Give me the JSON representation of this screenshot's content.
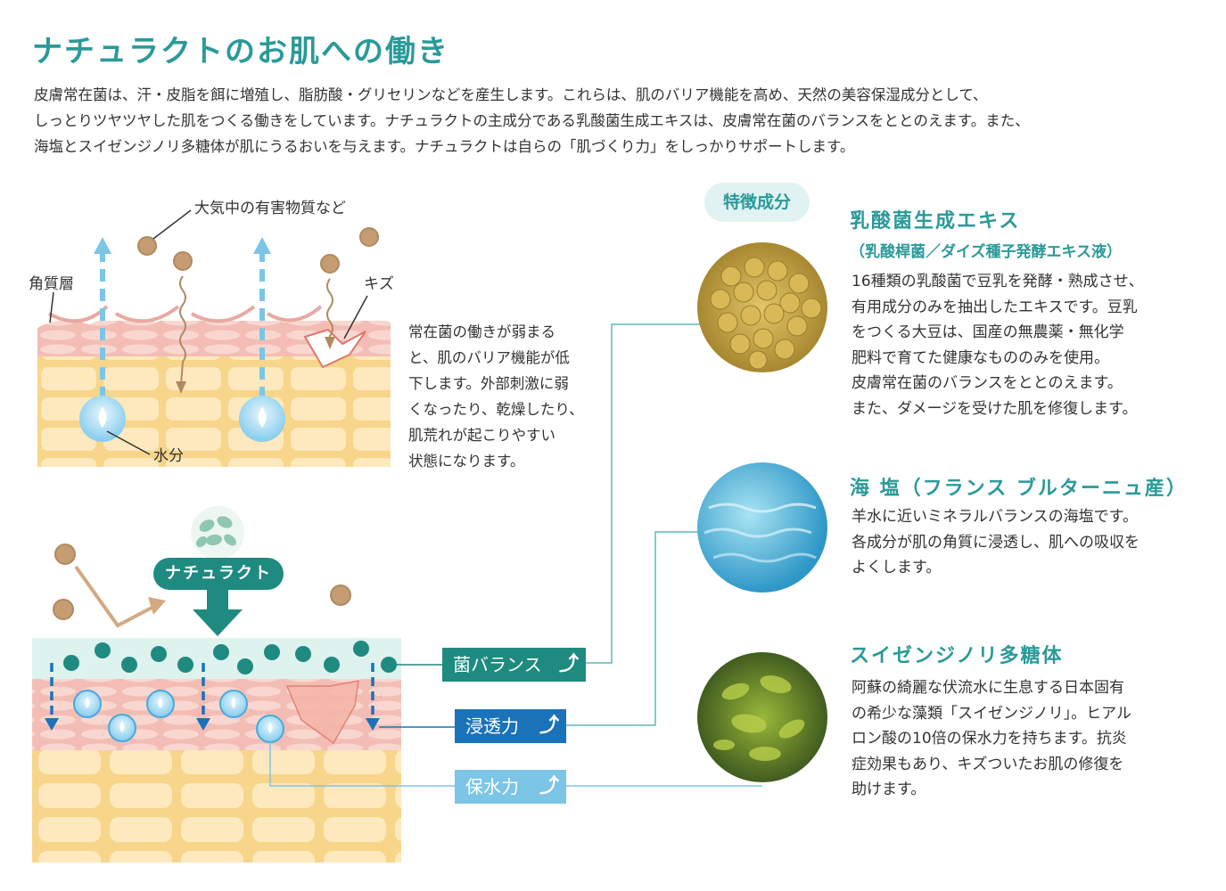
{
  "title": "ナチュラクトのお肌への働き",
  "intro": [
    "皮膚常在菌は、汗・皮脂を餌に増殖し、脂肪酸・グリセリンなどを産生します。これらは、肌のバリア機能を高め、天然の美容保湿成分として、",
    "しっとりツヤツヤした肌をつくる働きをしています。ナチュラクトの主成分である乳酸菌生成エキスは、皮膚常在菌のバランスをととのえます。また、",
    "海塩とスイゼンジノリ多糖体が肌にうるおいを与えます。ナチュラクトは自らの「肌づくり力」をしっかりサポートします。"
  ],
  "diagram_top": {
    "harmful_label": "大気中の有害物質など",
    "stratum_label": "角質層",
    "wound_label": "キズ",
    "water_label": "水分",
    "description": [
      "常在菌の働きが弱まる",
      "と、肌のバリア機能が低",
      "下します。外部刺激に弱",
      "くなったり、乾燥したり、",
      "肌荒れが起こりやすい",
      "状態になります。"
    ]
  },
  "diagram_bottom": {
    "product_label": "ナチュラクト",
    "tags": [
      {
        "label": "菌バランス",
        "arrow": "⤴",
        "color": "#1f8a80"
      },
      {
        "label": "浸透力",
        "arrow": "⤴",
        "color": "#1a73b8"
      },
      {
        "label": "保水力",
        "arrow": "⤴",
        "color": "#7cc5e6"
      }
    ]
  },
  "feature_badge": "特徴成分",
  "ingredients": [
    {
      "title": "乳酸菌生成エキス",
      "subtitle": "（乳酸桿菌／ダイズ種子発酵エキス液）",
      "body": [
        "16種類の乳酸菌で豆乳を発酵・熟成させ、",
        "有用成分のみを抽出したエキスです。豆乳",
        "をつくる大豆は、国産の無農薬・無化学",
        "肥料で育てた健康なもののみを使用。",
        "皮膚常在菌のバランスをととのえます。",
        "また、ダメージを受けた肌を修復します。"
      ]
    },
    {
      "title": "海 塩（フランス ブルターニュ産）",
      "subtitle": "",
      "body": [
        "羊水に近いミネラルバランスの海塩です。",
        "各成分が肌の角質に浸透し、肌への吸収を",
        "よくします。"
      ]
    },
    {
      "title": "スイゼンジノリ多糖体",
      "subtitle": "",
      "body": [
        "阿蘇の綺麗な伏流水に生息する日本固有",
        "の希少な藻類「スイゼンジノリ」。ヒアル",
        "ロン酸の10倍の保水力を持ちます。抗炎",
        "症効果もあり、キズついたお肌の修復を",
        "助けます。"
      ]
    }
  ],
  "colors": {
    "teal": "#2a9a99",
    "dark_teal": "#1f8a80",
    "blue": "#1a73b8",
    "light_blue": "#7cc5e6",
    "skin_pink": "#f6cfc8",
    "skin_yellow": "#fbe3a8",
    "particle": "#b08a5e"
  }
}
